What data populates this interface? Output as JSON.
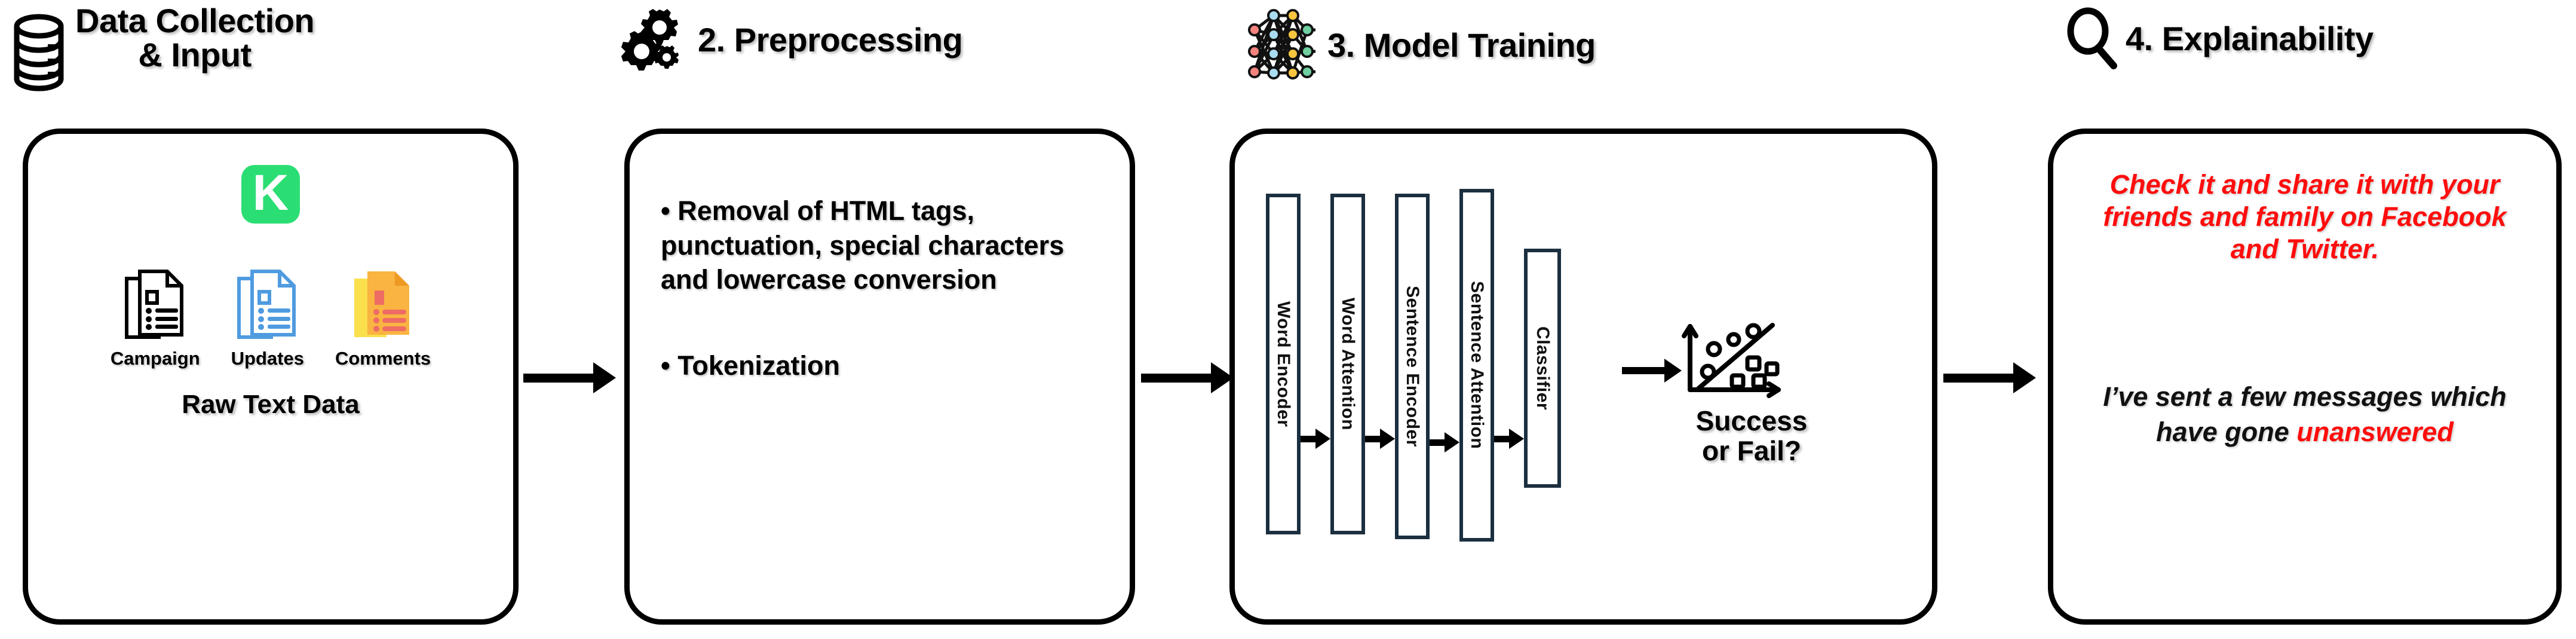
{
  "diagram": {
    "title": "NLP pipeline for crowdfunding campaign success prediction",
    "accent_colors": {
      "kickstarter_green": "#2BDE73",
      "box_border_navy": "#1b2f3f",
      "highlight_red": "#FF0D0D",
      "doc_blue": "#4F9BE0",
      "doc_orange": "#F6A623",
      "doc_yellow": "#FBE04D",
      "doc_salmon": "#EE6C63",
      "panel_border_black": "#000000"
    }
  },
  "stages": [
    {
      "id": "data-collection",
      "icon": "database-icon",
      "title_line1": "Data Collection",
      "title_line2": "& Input",
      "logo": {
        "name": "kickstarter-logo",
        "letter": "K"
      },
      "documents": [
        {
          "icon": "document-black-icon",
          "caption": "Campaign"
        },
        {
          "icon": "document-blue-icon",
          "caption": "Updates"
        },
        {
          "icon": "document-orange-icon",
          "caption": "Comments"
        }
      ],
      "footer_label": "Raw Text Data"
    },
    {
      "id": "preprocessing",
      "icon": "gears-icon",
      "title": "2. Preprocessing",
      "bullets": [
        "• Removal of HTML tags, punctuation, special characters and lowercase conversion",
        "• Tokenization"
      ]
    },
    {
      "id": "model-training",
      "icon": "neural-network-icon",
      "title": "3. Model Training",
      "pipeline_boxes": [
        "Word Encoder",
        "Word Attention",
        "Sentence Encoder",
        "Sentence Attention",
        "Classifier"
      ],
      "outcome_icon": "scatter-classification-icon",
      "outcome_line1": "Success",
      "outcome_line2": "or Fail?"
    },
    {
      "id": "explainability",
      "icon": "magnifier-icon",
      "title": "4. Explainability",
      "sample_red": "Check it and share it with your friends and family on Facebook and Twitter.",
      "sample_black_prefix": "I’ve sent a few messages which have gone ",
      "sample_black_highlight": "unanswered"
    }
  ]
}
